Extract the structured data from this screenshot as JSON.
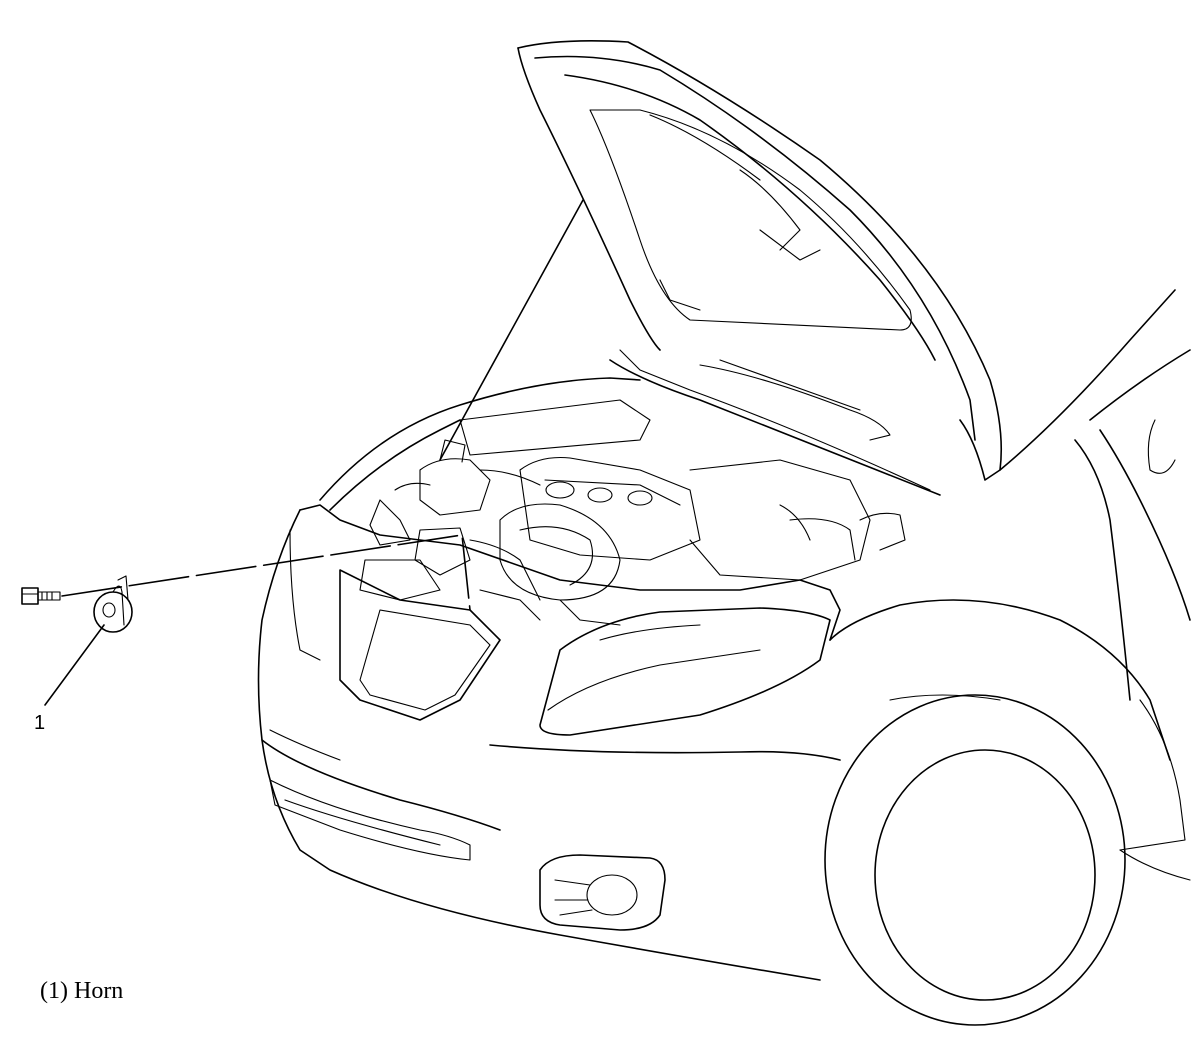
{
  "callouts": [
    {
      "number": "1",
      "part": "horn"
    }
  ],
  "legend": {
    "caption": "(1) Horn"
  },
  "colors": {
    "line": "#000000",
    "background": "#ffffff"
  }
}
